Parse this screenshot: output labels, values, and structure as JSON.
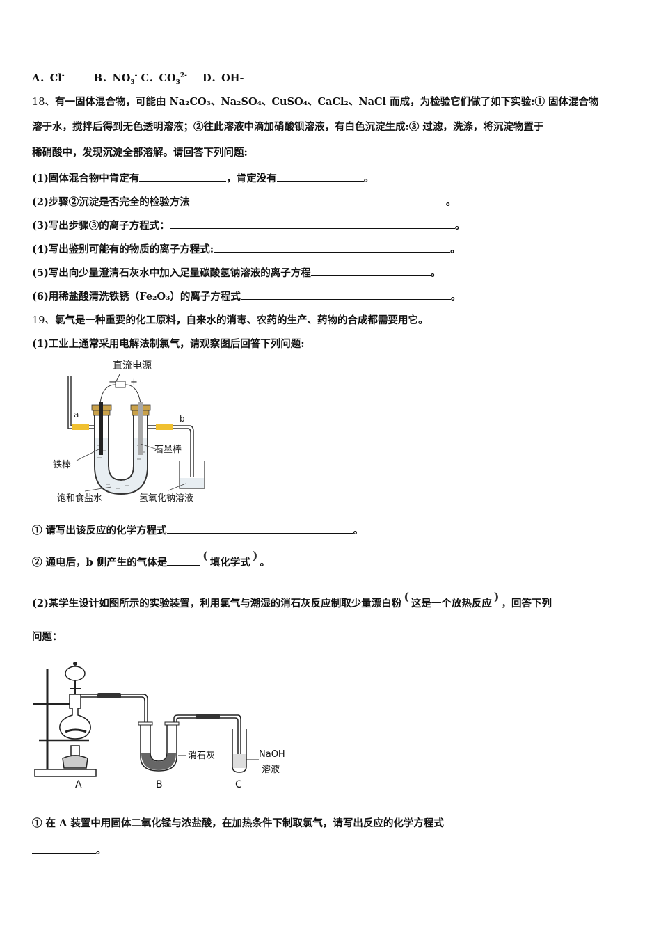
{
  "q17_options": {
    "a_label": "A．",
    "a_val": "Cl",
    "a_sup": "-",
    "b_label": "B．",
    "b_val": "NO",
    "b_sub": "3",
    "b_sup": "-",
    "c_label": "C．",
    "c_val": "CO",
    "c_sub": "3",
    "c_sup": "2-",
    "d_label": "D．",
    "d_val": "OH-"
  },
  "q18": {
    "number": "18、",
    "intro_1a": "有一固体混合物，可能由 ",
    "compounds": "Na₂CO₃、Na₂SO₄、CuSO₄、CaCl₂、NaCl",
    "intro_1b": " 而成，为检验它们做了如下实验:① 固体混合物",
    "intro_2": "溶于水，搅拌后得到无色透明溶液；②往此溶液中滴加硝酸钡溶液，有白色沉淀生成:③ 过滤，洗涤，将沉淀物置于",
    "intro_3": "稀硝酸中，发现沉淀全部溶解。请回答下列问题:",
    "sub1_a": "(1)固体混合物中肯定有",
    "sub1_b": "，肯定没有",
    "sub2": "(2)步骤②沉淀是否完全的检验方法",
    "sub3": "(3)写出步骤③的离子方程式：",
    "sub4": "(4)写出鉴别可能有的物质的离子方程式:",
    "sub5": "(5)写出向少量澄清石灰水中加入足量碳酸氢钠溶液的离子方程",
    "sub6_a": "(6)用稀盐酸清洗铁锈（",
    "sub6_formula": "Fe₂O₃",
    "sub6_b": "）的离子方程式",
    "period": "。"
  },
  "q19": {
    "number": "19、",
    "intro": "氯气是一种重要的化工原料，自来水的消毒、农药的生产、药物的合成都需要用它。",
    "part1": "(1)工业上通常采用电解法制氯气，请观察图后回答下列问题:",
    "part1_q1": "① 请写出该反应的化学方程式",
    "part1_q2_a": "② 通电后，b 侧产生的气体是",
    "part1_q2_paren_l": "(",
    "part1_q2_hint": "填化学式",
    "part1_q2_paren_r": ")",
    "part2_a": "(2)某学生设计如图所示的实验装置，利用氯气与潮湿的消石灰反应制取少量漂白粉",
    "part2_hint": "这是一个放热反应",
    "part2_b": "，回答下列",
    "part2_c": "问题：",
    "part2_q1": "① 在 A 装置中用固体二氧化锰与浓盐酸，在加热条件下制取氯气，请写出反应的化学方程式",
    "period": "。"
  },
  "figure1": {
    "power_label": "直流电源",
    "minus": "−",
    "plus": "+",
    "tube_a": "a",
    "tube_b": "b",
    "graphite_label": "石墨棒",
    "iron_label": "铁棒",
    "brine_label": "饱和食盐水",
    "naoh_label": "氢氧化钠溶液",
    "colors": {
      "stopper": "#c9a14a",
      "rubber": "#f0c030",
      "iron": "#222222",
      "graphite": "#a8a8a8"
    }
  },
  "figure2": {
    "label_a": "A",
    "label_b": "B",
    "label_c": "C",
    "lime_label": "消石灰",
    "naoh_label_1": "NaOH",
    "naoh_label_2": "溶液"
  }
}
